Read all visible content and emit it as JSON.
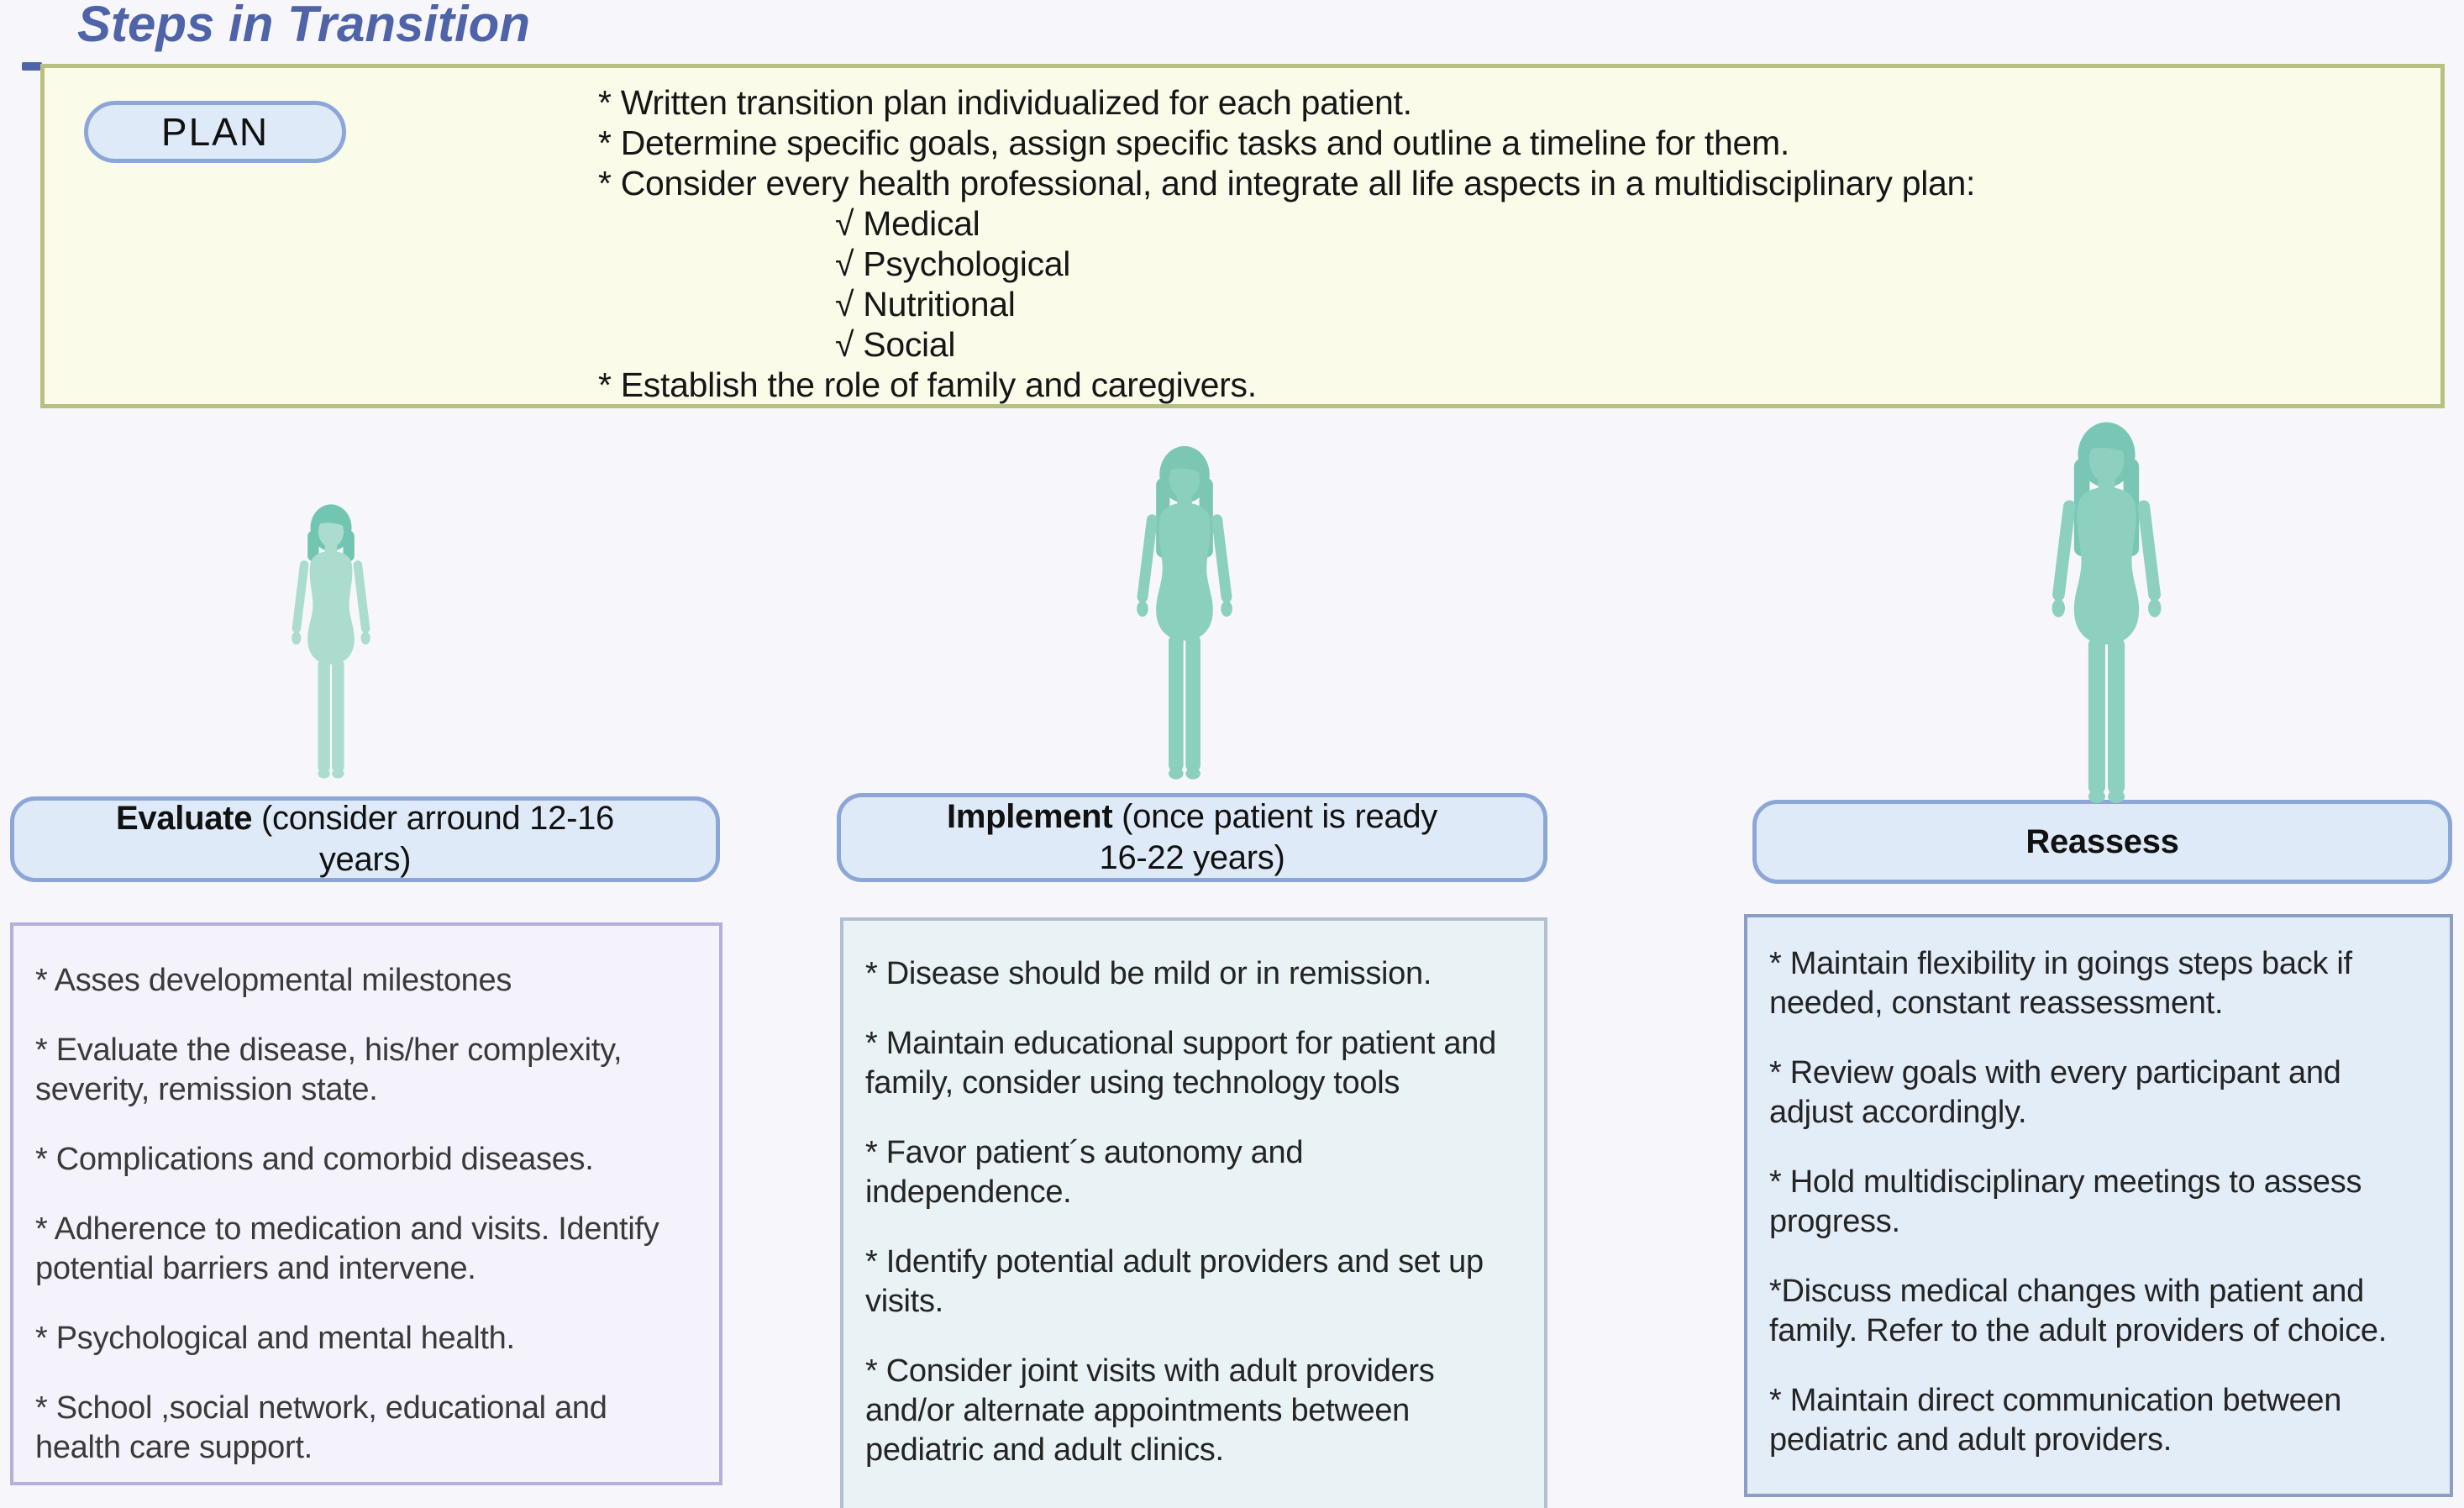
{
  "title": "Steps in Transition",
  "plan": {
    "label": "PLAN",
    "items": [
      {
        "t": "* Written transition plan individualized for each patient.",
        "ind": false
      },
      {
        "t": "* Determine specific goals, assign specific tasks and outline a timeline for them.",
        "ind": false
      },
      {
        "t": "* Consider every health professional, and integrate all life aspects in a multidisciplinary plan:",
        "ind": false
      },
      {
        "t": "√ Medical",
        "ind": true
      },
      {
        "t": "√ Psychological",
        "ind": true
      },
      {
        "t": "√ Nutritional",
        "ind": true
      },
      {
        "t": "√ Social",
        "ind": true
      },
      {
        "t": "* Establish the role of family and caregivers.",
        "ind": false
      }
    ]
  },
  "columns": [
    {
      "header_bold": "Evaluate",
      "header_rest": " (consider arround 12-16 years)",
      "bullets": [
        "* Asses developmental milestones",
        "* Evaluate  the disease, his/her complexity, severity, remission state.",
        "* Complications and comorbid diseases.",
        "* Adherence to medication and visits. Identify potential barriers and intervene.",
        "* Psychological and mental health.",
        "* School ,social network,  educational and health care  support."
      ]
    },
    {
      "header_bold": "Implement",
      "header_rest": " (once patient is ready 16-22 years)",
      "bullets": [
        "* Disease should be mild or  in remission.",
        "* Maintain educational support for patient and family, consider using technology tools",
        "* Favor patient´s autonomy and independence.",
        "* Identify potential adult providers and set up visits.",
        "* Consider joint visits with adult providers and/or alternate appointments between pediatric and adult clinics."
      ]
    },
    {
      "header_bold": "Reassess",
      "header_rest": "",
      "bullets": [
        "* Maintain flexibility in goings steps back if needed, constant reassessment.",
        "* Review goals with every participant and adjust accordingly.",
        "* Hold multidisciplinary meetings to assess progress.",
        "*Discuss medical changes with patient and family. Refer to the adult providers of choice.",
        "* Maintain direct communication between pediatric and adult providers."
      ]
    }
  ],
  "figures": [
    {
      "name": "child",
      "body": "#abdccd",
      "hair": "#72c5b1"
    },
    {
      "name": "teen",
      "body": "#8bcfbd",
      "hair": "#7cc6b4"
    },
    {
      "name": "adult",
      "body": "#8dd0c0",
      "hair": "#79c6b4"
    }
  ],
  "colors": {
    "page_bg": "#f7f7fb",
    "accent_title": "#4f63a8",
    "plan_box_bg": "#fafbe9",
    "plan_box_border": "#b9c07f",
    "pill_bg": "#dfeaf8",
    "pill_border": "#8ca6d8",
    "evaluate_box_bg": "#f4f2fa",
    "evaluate_box_border": "#b5b0da",
    "implement_box_bg": "#e9f2f4",
    "implement_box_border": "#b0bfd2",
    "reassess_box_bg": "#e3edf8",
    "reassess_box_border": "#8b9fc4"
  }
}
